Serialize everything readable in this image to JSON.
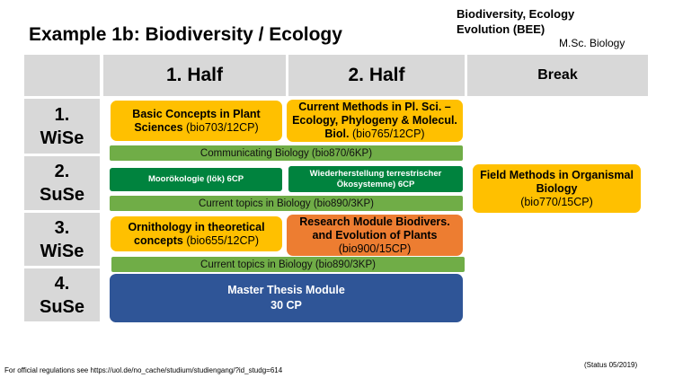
{
  "title": "Example 1b: Biodiversity / Ecology",
  "program": {
    "line1": "Biodiversity, Ecology",
    "line2": "Evolution (BEE)",
    "degree": "M.Sc. Biology"
  },
  "headers": {
    "first_half": "1. Half",
    "second_half": "2. Half",
    "break": "Break"
  },
  "semesters": [
    {
      "num": "1.",
      "term": "WiSe"
    },
    {
      "num": "2.",
      "term": "SuSe"
    },
    {
      "num": "3.",
      "term": "WiSe"
    },
    {
      "num": "4.",
      "term": "SuSe"
    }
  ],
  "modules": {
    "basic_concepts": {
      "name": "Basic Concepts in Plant Sciences",
      "code": "(bio703/12CP)"
    },
    "current_methods": {
      "name": "Current Methods in Pl. Sci. – Ecology, Phylogeny & Molecul. Biol.",
      "code": "(bio765/12CP)"
    },
    "communicating": {
      "text": "Communicating Biology (bio870/6KP)"
    },
    "moorokologie": {
      "text": "Moorökologie (lök) 6CP"
    },
    "wiederherstellung": {
      "text": "Wiederherstellung terrestrischer Ökosystemne) 6CP"
    },
    "current_topics_1": {
      "text": "Current topics in Biology (bio890/3KP)"
    },
    "field_methods": {
      "name": "Field Methods in Organismal Biology",
      "code": "(bio770/15CP)"
    },
    "ornithology": {
      "name": "Ornithology in theoretical concepts",
      "code": "(bio655/12CP)"
    },
    "research_module": {
      "name": "Research Module Biodivers. and Evolution of Plants",
      "code": "(bio900/15CP)"
    },
    "current_topics_2": {
      "text": "Current topics in Biology (bio890/3KP)"
    },
    "thesis": {
      "name": "Master Thesis Module",
      "cp": "30 CP"
    }
  },
  "footer": "For official regulations see https://uol.de/no_cache/studium/studiengang/?id_studg=614",
  "status": "(Status 05/2019)",
  "colors": {
    "grey": "#d8d8d8",
    "yellow": "#ffc000",
    "orange": "#ed7d31",
    "green": "#70ad47",
    "dark_green": "#00833e",
    "blue": "#2f5597"
  }
}
